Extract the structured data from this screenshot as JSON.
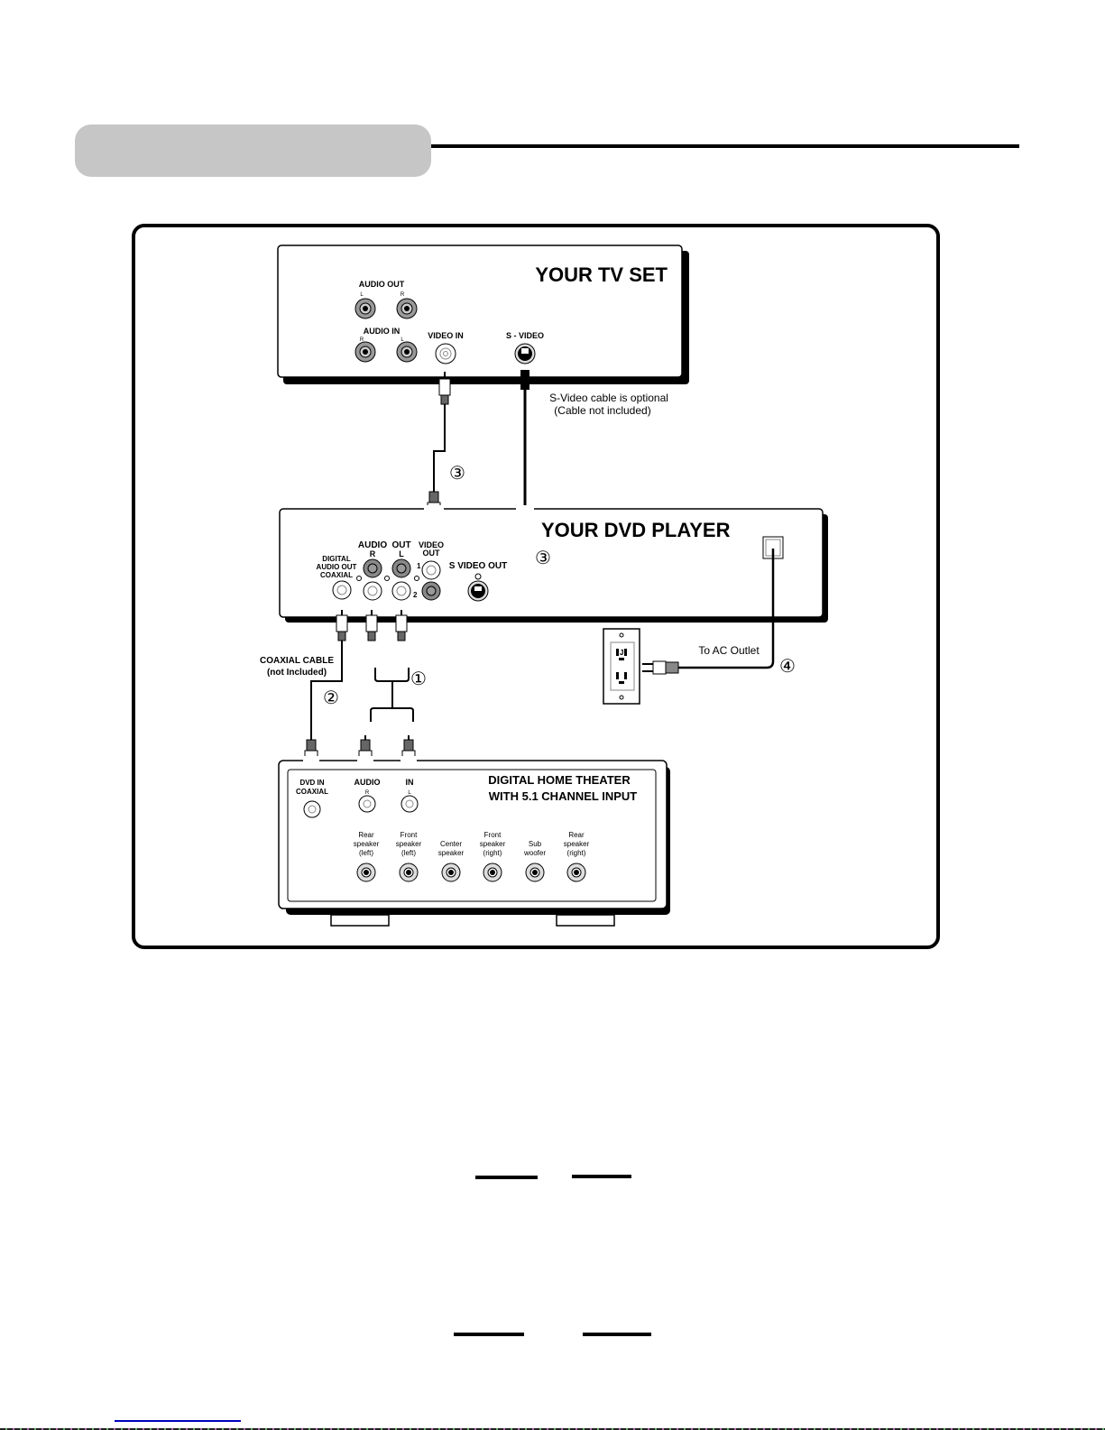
{
  "header": {
    "section_title": ""
  },
  "tv": {
    "title": "YOUR TV SET",
    "audio_out_label": "AUDIO OUT",
    "audio_out_l": "L",
    "audio_out_r": "R",
    "audio_in_label": "AUDIO IN",
    "audio_in_r": "R",
    "audio_in_l": "L",
    "video_in_label": "VIDEO IN",
    "svideo_label": "S - VIDEO",
    "svideo_note_1": "S-Video cable is optional",
    "svideo_note_2": "(Cable not included)"
  },
  "dvd": {
    "title": "YOUR DVD PLAYER",
    "digital_1": "DIGITAL",
    "digital_2": "AUDIO OUT",
    "digital_3": "COAXIAL",
    "audio_label": "AUDIO",
    "out_label": "OUT",
    "r_label": "R",
    "l_label": "L",
    "video_label": "VIDEO",
    "video_out_label": "OUT",
    "one": "1",
    "two": "2",
    "svideo_out_label": "S VIDEO OUT"
  },
  "cables": {
    "step1": "①",
    "step2": "②",
    "step3a": "③",
    "step3b": "③",
    "step4": "④",
    "coaxial_1": "COAXIAL CABLE",
    "coaxial_2": "(not Included)",
    "ac_outlet": "To AC Outlet"
  },
  "theater": {
    "title_1": "DIGITAL HOME THEATER",
    "title_2": "WITH 5.1 CHANNEL INPUT",
    "dvd_in_1": "DVD IN",
    "dvd_in_2": "COAXIAL",
    "audio_label": "AUDIO",
    "in_label": "IN",
    "r_label": "R",
    "l_label": "L",
    "speakers": [
      {
        "line1": "Rear",
        "line2": "speaker",
        "line3": "(left)"
      },
      {
        "line1": "Front",
        "line2": "speaker",
        "line3": "(left)"
      },
      {
        "line1": "",
        "line2": "Center",
        "line3": "speaker"
      },
      {
        "line1": "Front",
        "line2": "speaker",
        "line3": "(right)"
      },
      {
        "line1": "",
        "line2": "Sub",
        "line3": "woofer"
      },
      {
        "line1": "Rear",
        "line2": "speaker",
        "line3": "(right)"
      }
    ]
  }
}
